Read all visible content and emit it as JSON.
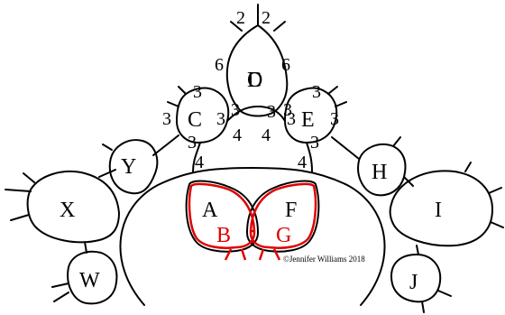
{
  "regions": [
    {
      "id": "A",
      "label": "A",
      "color": "#000000"
    },
    {
      "id": "B",
      "label": "B",
      "color": "#e00000"
    },
    {
      "id": "C",
      "label": "C",
      "color": "#000000"
    },
    {
      "id": "D",
      "label": "D",
      "color": "#000000"
    },
    {
      "id": "E",
      "label": "E",
      "color": "#000000"
    },
    {
      "id": "F",
      "label": "F",
      "color": "#000000"
    },
    {
      "id": "G",
      "label": "G",
      "color": "#e00000"
    },
    {
      "id": "H",
      "label": "H",
      "color": "#000000"
    },
    {
      "id": "I",
      "label": "I",
      "color": "#000000"
    },
    {
      "id": "J",
      "label": "J",
      "color": "#000000"
    },
    {
      "id": "W",
      "label": "W",
      "color": "#000000"
    },
    {
      "id": "X",
      "label": "X",
      "color": "#000000"
    },
    {
      "id": "Y",
      "label": "Y",
      "color": "#000000"
    }
  ],
  "numbers": {
    "d_top_left": "2",
    "d_top_right": "2",
    "d_left": "6",
    "d_right": "6",
    "c_top": "3",
    "c_upper_left": "3",
    "c_left": "3",
    "c_right": "3",
    "c_bottom": "3",
    "e_top": "3",
    "e_upper_right": "3",
    "e_left": "3",
    "e_right": "3",
    "e_bottom": "3",
    "center_left": "3",
    "center_top": "3",
    "center_right": "3",
    "four_left_mid": "4",
    "four_right_mid": "4",
    "four_left_low": "4",
    "four_right_low": "4"
  },
  "copyright": "©Jennifer Williams 2018",
  "colors": {
    "stroke": "#000000",
    "highlight": "#e00000"
  }
}
